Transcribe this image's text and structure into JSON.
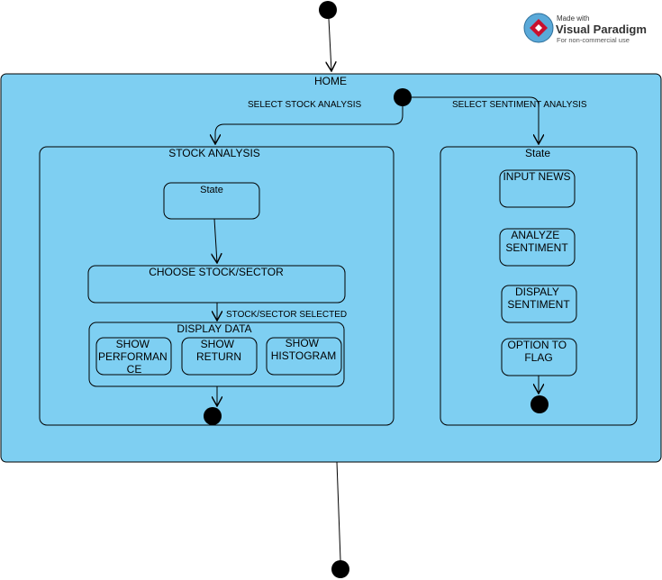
{
  "colors": {
    "state_fill": "#7ecff2",
    "stroke": "#000000"
  },
  "watermark": {
    "line1": "Made with",
    "line2": "Visual Paradigm",
    "line3": "For non-commercial use"
  },
  "home": {
    "title": "HOME"
  },
  "transitions": {
    "select_stock": "SELECT STOCK ANALYSIS",
    "select_sentiment": "SELECT SENTIMENT ANALYSIS",
    "stock_sector_selected": "STOCK/SECTOR SELECTED"
  },
  "stock_analysis": {
    "title": "STOCK ANALYSIS",
    "state_label": "State",
    "choose": "CHOOSE STOCK/SECTOR",
    "display_data": {
      "title": "DISPLAY DATA",
      "performance": [
        "SHOW",
        "PERFORMAN",
        "CE"
      ],
      "return": [
        "SHOW",
        "RETURN"
      ],
      "histogram": [
        "SHOW",
        "HISTOGRAM"
      ]
    }
  },
  "sentiment": {
    "title": "State",
    "input_news": [
      "INPUT NEWS"
    ],
    "analyze": [
      "ANALYZE",
      "SENTIMENT"
    ],
    "display": [
      "DISPALY",
      "SENTIMENT"
    ],
    "flag": [
      "OPTION TO",
      "FLAG"
    ]
  }
}
